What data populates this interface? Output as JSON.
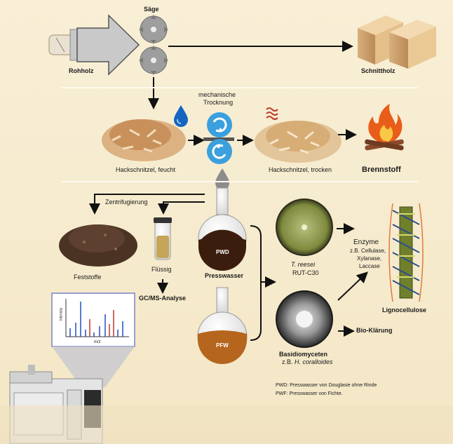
{
  "labels": {
    "saege": "Säge",
    "rohholz": "Rohholz",
    "schnittholz": "Schnittholz",
    "trocknung_l1": "mechanische",
    "trocknung_l2": "Trocknung",
    "hack_feucht": "Hackschnitzel, feucht",
    "hack_trocken": "Hackschnitzel, trocken",
    "brennstoff": "Brennstoff",
    "zentrifugierung": "Zentrifugierung",
    "feststoffe": "Feststoffe",
    "fluessig": "Flüssig",
    "gcms": "GC/MS-Analyse",
    "pwd": "PWD",
    "presswasser": "Presswasser",
    "pfw": "PFW",
    "treesei_1": "T. reesei",
    "treesei_2": "RUT-C30",
    "basidio_1": "Basidiomyceten",
    "basidio_2_pre": "z.B. ",
    "basidio_2_it": "H. coralloides",
    "enzyme_title": "Enzyme",
    "enzyme_l1": "z.B. Cellulase,",
    "enzyme_l2": "Xylanase,",
    "enzyme_l3": "Laccase",
    "lignocellulose": "Lignocellulose",
    "bioklaerung": "Bio-Klärung",
    "note_pwd": "PWD: Presswasser von Douglasie ohne Rinde",
    "note_pwf": "PWF: Presswasser von Fichte.",
    "ms_ylabel": "Intensity",
    "ms_xlabel": "m/z"
  },
  "icons": {
    "drop_blue": "water-drop-icon",
    "drop_grey": "grey-drop-icon",
    "heat": "heat-waves-icon",
    "fire": "campfire-icon"
  },
  "colors": {
    "arrow": "#111111",
    "drop_blue": "#1565c0",
    "press_blue": "#3aa0de",
    "heat_red": "#c0392b",
    "pwd_liquid": "#3b1d0e",
    "pfw_liquid": "#b5651d",
    "background": "#f7ecd0"
  }
}
